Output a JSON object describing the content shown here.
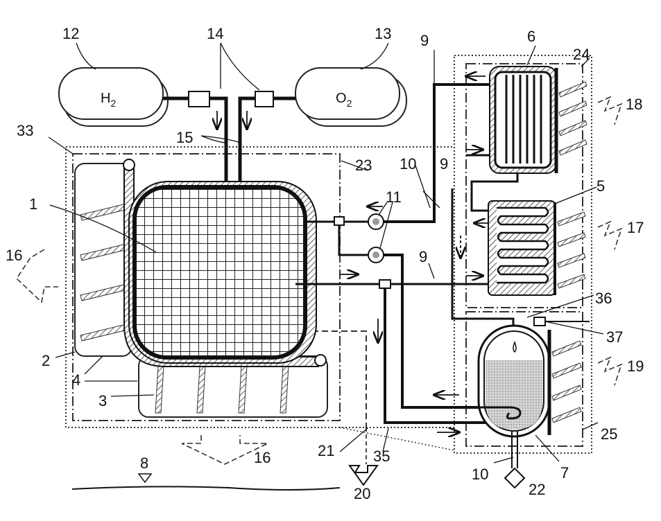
{
  "tanks": {
    "h2": {
      "text": "H",
      "sub": "2"
    },
    "o2": {
      "text": "O",
      "sub": "2"
    }
  },
  "labels": {
    "n1": "1",
    "n2": "2",
    "n3": "3",
    "n4": "4",
    "n5": "5",
    "n6": "6",
    "n7": "7",
    "n8": "8",
    "n9a": "9",
    "n9b": "9",
    "n9c": "9",
    "n10a": "10",
    "n10b": "10",
    "n11": "11",
    "n12": "12",
    "n13": "13",
    "n14": "14",
    "n15": "15",
    "n16a": "16",
    "n16b": "16",
    "n17": "17",
    "n18": "18",
    "n19": "19",
    "n20": "20",
    "n21": "21",
    "n22": "22",
    "n23": "23",
    "n24": "24",
    "n25": "25",
    "n33": "33",
    "n35": "35",
    "n36": "36",
    "n37": "37"
  }
}
